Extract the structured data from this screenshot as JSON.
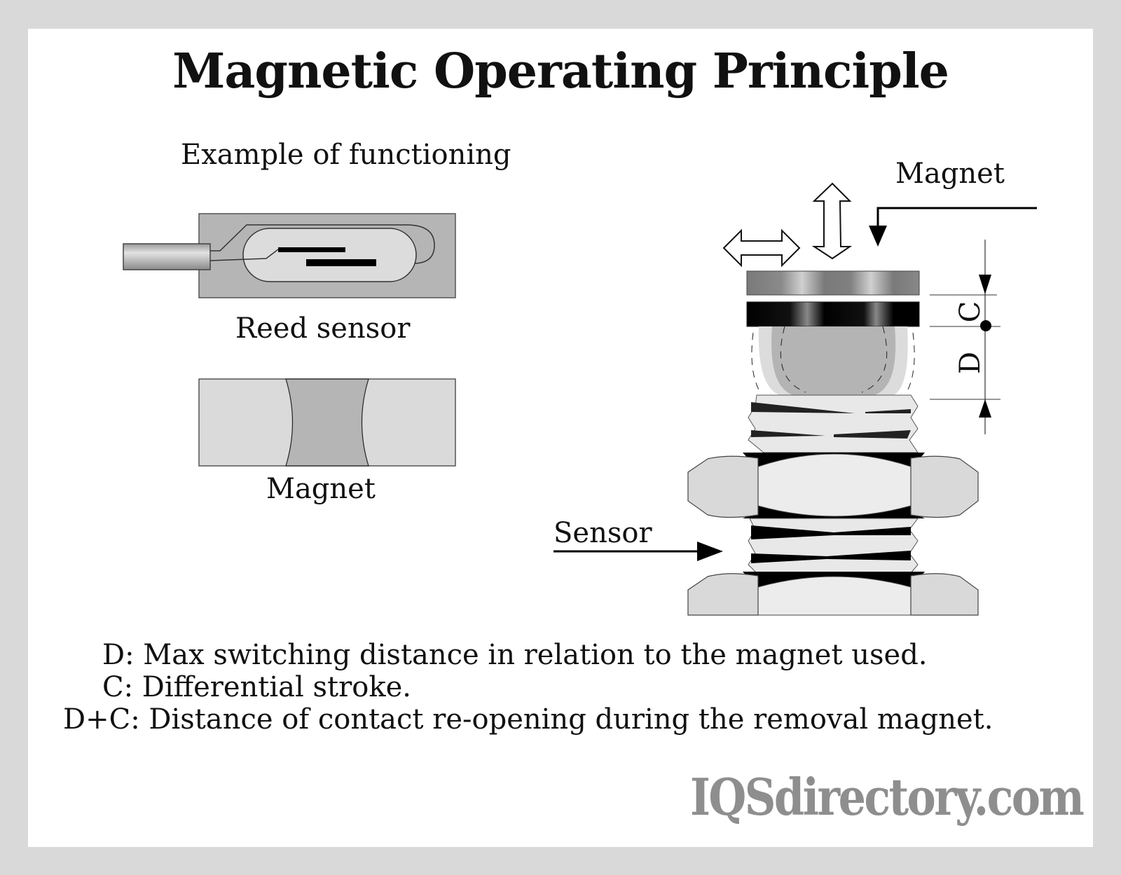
{
  "title": "Magnetic Operating Principle",
  "subtitle": "Example of functioning",
  "left_diagrams": {
    "reed_sensor_label": "Reed sensor",
    "magnet_label": "Magnet"
  },
  "right_diagram": {
    "magnet_label": "Magnet",
    "sensor_label": "Sensor",
    "dimension_c": "C",
    "dimension_d": "D"
  },
  "legend": [
    "D: Max switching distance in relation to the magnet used.",
    "C: Differential stroke.",
    "D+C: Distance of contact re-opening during the removal magnet."
  ],
  "watermark": "IQSdirectory.com",
  "colors": {
    "frame": "#d9d9d9",
    "panel": "#ffffff",
    "watermark": "#8e8e8e"
  }
}
